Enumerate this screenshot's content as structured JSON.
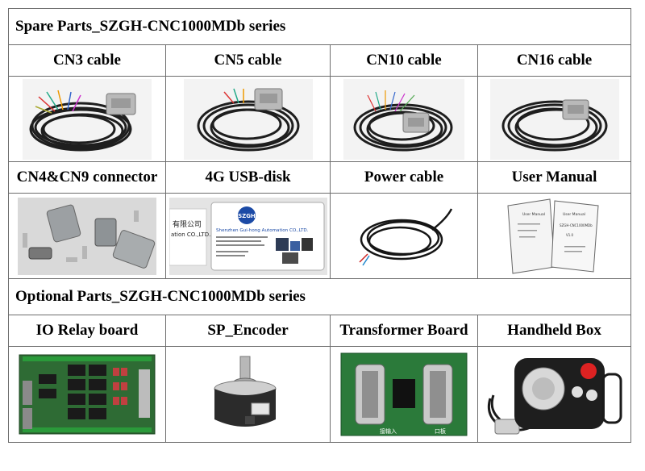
{
  "spare": {
    "title": "Spare Parts_SZGH-CNC1000MDb series",
    "row1": [
      "CN3 cable",
      "CN5 cable",
      "CN10 cable",
      "CN16 cable"
    ],
    "row2": [
      "CN4&CN9 connector",
      "4G USB-disk",
      "Power cable",
      "User Manual"
    ]
  },
  "optional": {
    "title": "Optional Parts_SZGH-CNC1000MDb series",
    "row1": [
      "IO Relay board",
      "SP_Encoder",
      "Transformer Board",
      "Handheld Box"
    ]
  },
  "usb_card": {
    "brand": "SZGH",
    "company": "Shenzhen Gui-hong Automation CO.,LTD.",
    "left_text": "有限公司",
    "left_text2": "ation CO.,LTD."
  },
  "manual": {
    "cover_title": "User Manual",
    "cover_subtitle": "SZGH-CNC1000MDb",
    "version": "V1.0"
  },
  "transformer_board": {
    "bottom_label": "接输入",
    "right_label": "口板"
  }
}
